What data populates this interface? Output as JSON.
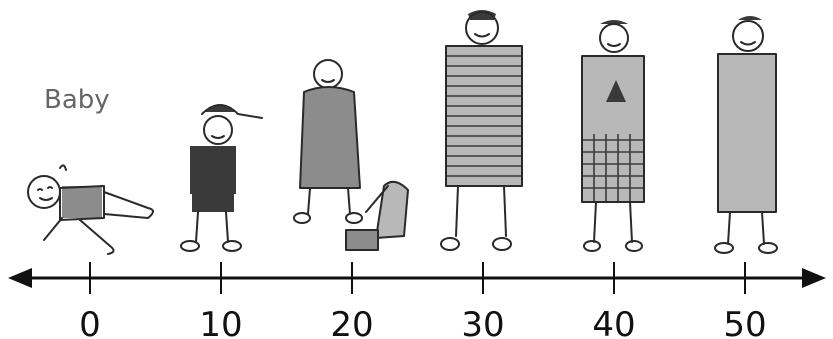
{
  "caption": "Baby",
  "timeline": {
    "ticks": [
      {
        "label": "0",
        "value": 0
      },
      {
        "label": "10",
        "value": 10
      },
      {
        "label": "20",
        "value": 20
      },
      {
        "label": "30",
        "value": 30
      },
      {
        "label": "40",
        "value": 40
      },
      {
        "label": "50",
        "value": 50
      }
    ]
  },
  "figures": [
    {
      "name": "baby-figure",
      "age": 0
    },
    {
      "name": "child-figure",
      "age": 10
    },
    {
      "name": "young-adult-figure",
      "age": 20
    },
    {
      "name": "adult-figure",
      "age": 30
    },
    {
      "name": "middle-age-figure",
      "age": 40
    },
    {
      "name": "older-adult-figure",
      "age": 50
    }
  ]
}
